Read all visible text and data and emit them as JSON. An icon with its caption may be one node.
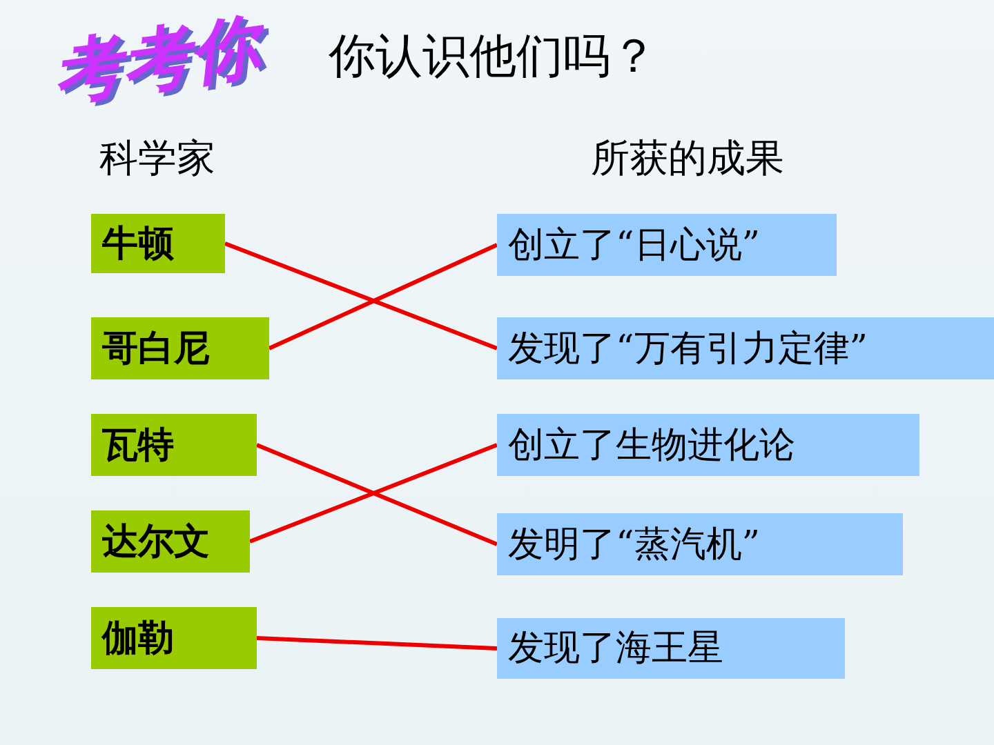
{
  "diagram": {
    "title": "考考你",
    "nodes": [
      {
        "text": [
          "牛顿"
        ]
      },
      {
        "text": [
          "创立了“日心说”"
        ]
      },
      {
        "text": [
          "哥白尼"
        ]
      },
      {
        "text": [
          "发现了“万有引力定律”"
        ]
      },
      {
        "text": [
          "瓦特"
        ]
      },
      {
        "text": [
          "创立了生物进化论"
        ]
      },
      {
        "text": [
          "达尔文"
        ]
      },
      {
        "text": [
          "发明了“蒸汽机”"
        ]
      },
      {
        "text": [
          "伽勒"
        ]
      },
      {
        "text": [
          "发现了海王星"
        ]
      }
    ],
    "edges": [
      {
        "from": 0,
        "to": 3,
        "arrow": "none"
      },
      {
        "from": 2,
        "to": 1,
        "arrow": "none"
      },
      {
        "from": 4,
        "to": 7,
        "arrow": "none"
      },
      {
        "from": 6,
        "to": 5,
        "arrow": "none"
      },
      {
        "from": 8,
        "to": 9,
        "arrow": "none"
      }
    ],
    "labels": [
      "你认识他们吗？",
      "科学家",
      "所获的成果"
    ]
  }
}
